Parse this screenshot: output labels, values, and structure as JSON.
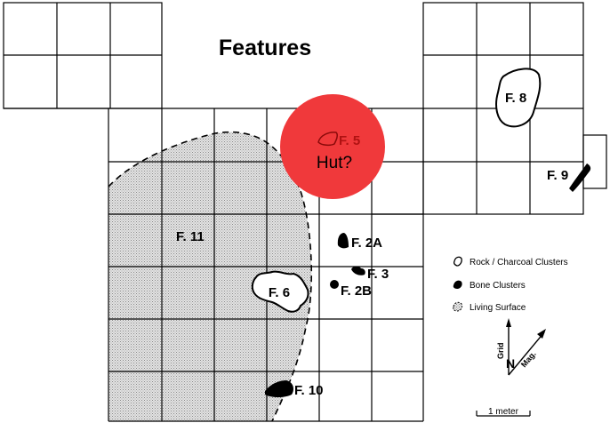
{
  "title": "Features",
  "features": {
    "f5": "F. 5",
    "hut": "Hut?",
    "f8": "F. 8",
    "f9": "F. 9",
    "f11": "F. 11",
    "f2a": "F. 2A",
    "f3": "F. 3",
    "f2b": "F. 2B",
    "f6": "F. 6",
    "f10": "F. 10"
  },
  "legend": {
    "items": [
      {
        "label": "Rock / Charcoal Clusters",
        "symbol": "outline-blob-icon"
      },
      {
        "label": "Bone Clusters",
        "symbol": "solid-blob-icon"
      },
      {
        "label": "Living Surface",
        "symbol": "stippled-blob-icon"
      }
    ]
  },
  "north_arrow": {
    "n": "N",
    "grid": "Grid",
    "mag": "Mag."
  },
  "scale": {
    "label": "1 meter"
  },
  "colors": {
    "highlight": "#f0393b",
    "ink": "#000000",
    "living_surface": "#d9d9d9",
    "feature5_text": "#b01212"
  }
}
